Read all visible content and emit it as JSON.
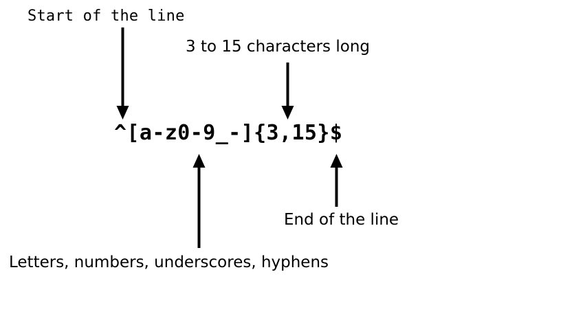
{
  "diagram": {
    "title_text": "^[a-z0-9_-]{3,15}$",
    "background_color": "#ffffff",
    "ink_color": "#000000",
    "pattern": {
      "value": "^[a-z0-9_-]{3,15}$",
      "name": "regex-pattern"
    },
    "annotations": [
      {
        "id": "start-of-line",
        "label": "Start of the line",
        "font": "mono",
        "arrow_direction": "down",
        "targets": "^"
      },
      {
        "id": "length-quantifier",
        "label": "3 to 15 characters long",
        "font": "sans",
        "arrow_direction": "down",
        "targets": "{3,15}"
      },
      {
        "id": "character-class",
        "label": "Letters, numbers, underscores, hyphens",
        "font": "sans",
        "arrow_direction": "up",
        "targets": "[a-z0-9_-]"
      },
      {
        "id": "end-of-line",
        "label": "End of the line",
        "font": "sans",
        "arrow_direction": "up",
        "targets": "$"
      }
    ],
    "clipped_fragment": ":"
  }
}
